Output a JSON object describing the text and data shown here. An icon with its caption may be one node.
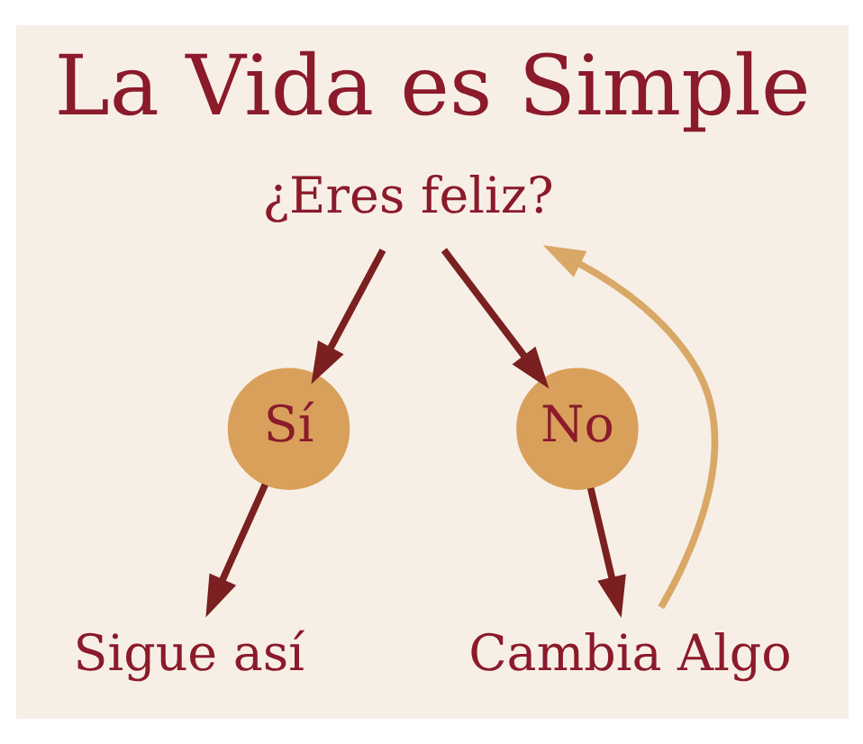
{
  "diagram": {
    "title": "La Vida es Simple",
    "nodes": [
      {
        "text": [
          "¿Eres feliz?"
        ]
      },
      {
        "text": [
          "Sí"
        ]
      },
      {
        "text": [
          "No"
        ]
      },
      {
        "text": [
          "Sigue así"
        ]
      },
      {
        "text": [
          "Cambia Algo"
        ]
      }
    ],
    "edges": [
      {
        "from": 0,
        "to": 1,
        "arrow": "to"
      },
      {
        "from": 0,
        "to": 2,
        "arrow": "to"
      },
      {
        "from": 1,
        "to": 3,
        "arrow": "to"
      },
      {
        "from": 2,
        "to": 4,
        "arrow": "to"
      },
      {
        "from": 4,
        "to": 0,
        "arrow": "to",
        "color": "#d9a866"
      }
    ]
  }
}
